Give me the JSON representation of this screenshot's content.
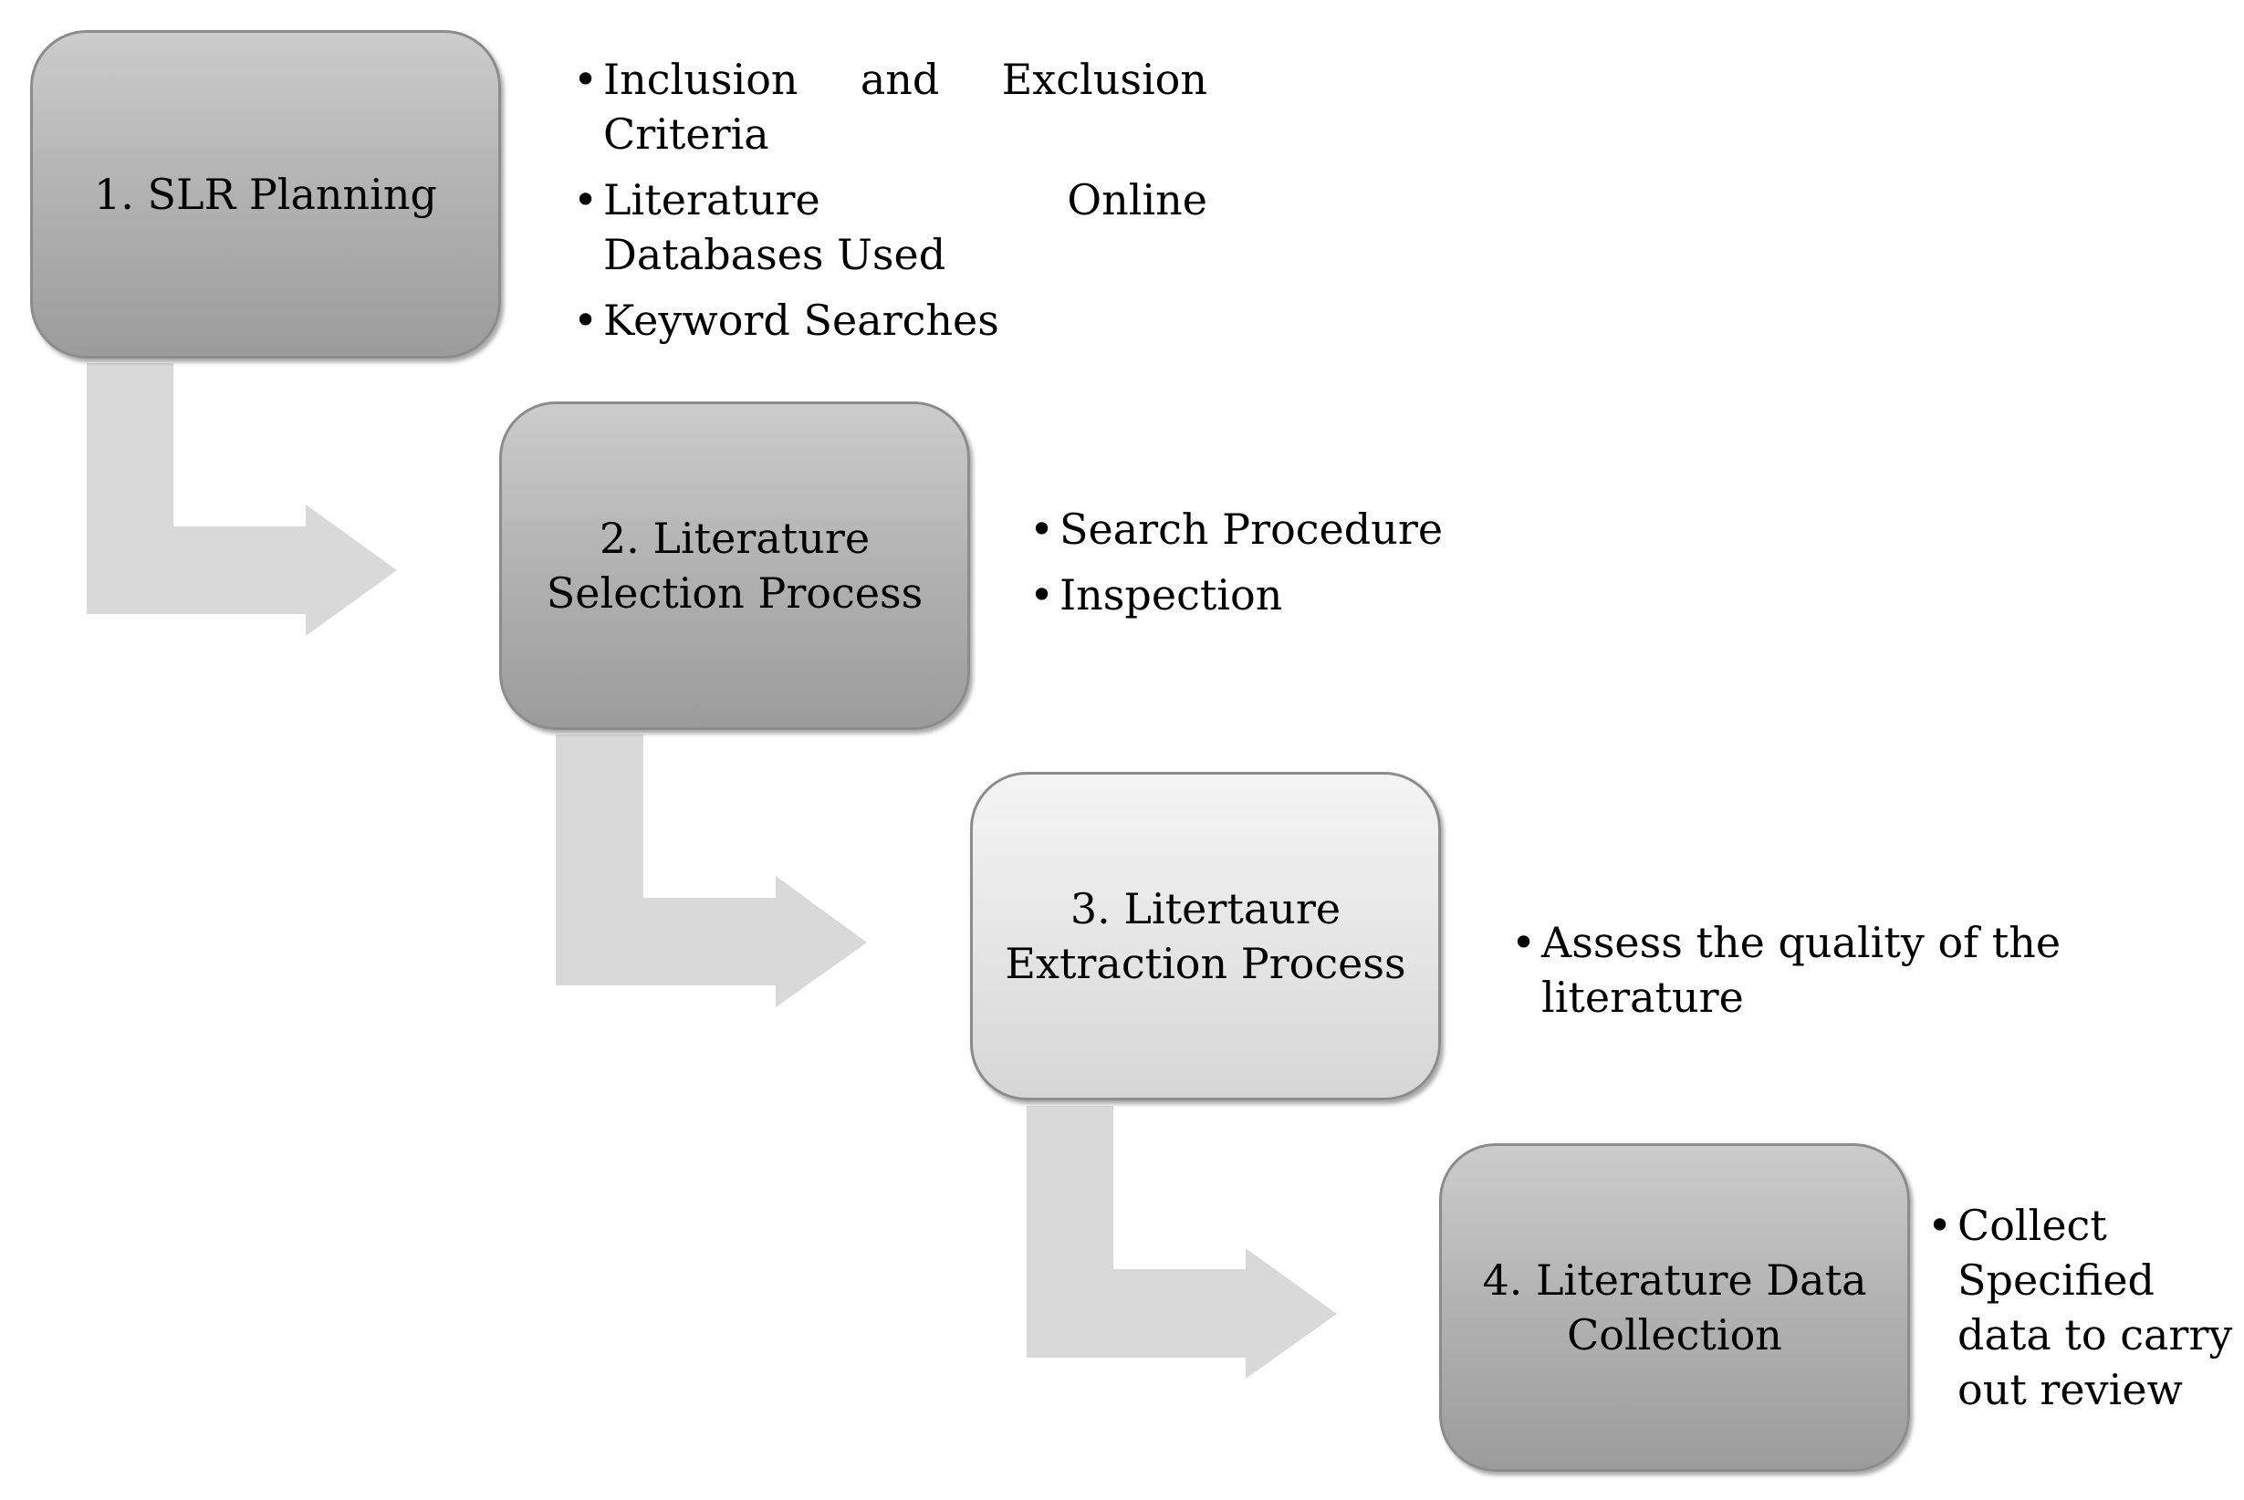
{
  "colors": {
    "box_dark": "#b4b4b4",
    "box_light": "#e6e6e6",
    "box_border": "#8c8c8c",
    "arrow": "#d9d9d9"
  },
  "steps": [
    {
      "label": "1. SLR Planning",
      "bullets": [
        "Inclusion and Exclusion Criteria",
        "Literature Online Databases Used",
        "Keyword Searches"
      ]
    },
    {
      "label": "2. Literature Selection Process",
      "bullets": [
        "Search Procedure",
        "Inspection"
      ]
    },
    {
      "label": "3. Litertaure Extraction Process",
      "bullets": [
        "Assess the quality of the literature"
      ]
    },
    {
      "label": "4. Literature Data Collection",
      "bullets": [
        "Collect Specified data to carry out review"
      ]
    }
  ]
}
